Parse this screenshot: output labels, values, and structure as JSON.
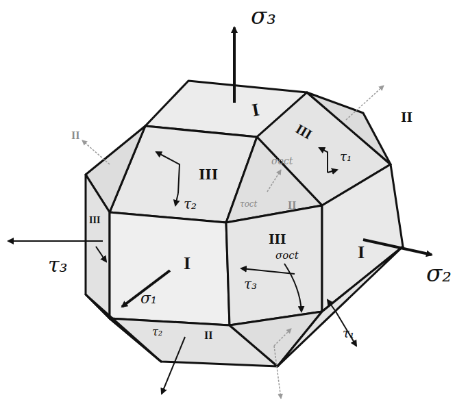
{
  "diagram": {
    "labels": [
      "σ₃",
      "I",
      "III",
      "τ₁",
      "II",
      "II",
      "III",
      "τ₂",
      "III",
      "τ₃",
      "I",
      "σ₁",
      "III",
      "τ₃",
      "σoct",
      "σoct",
      "τoct",
      "II",
      "I",
      "σ₂",
      "τ₁",
      "τ₂",
      "II"
    ]
  }
}
